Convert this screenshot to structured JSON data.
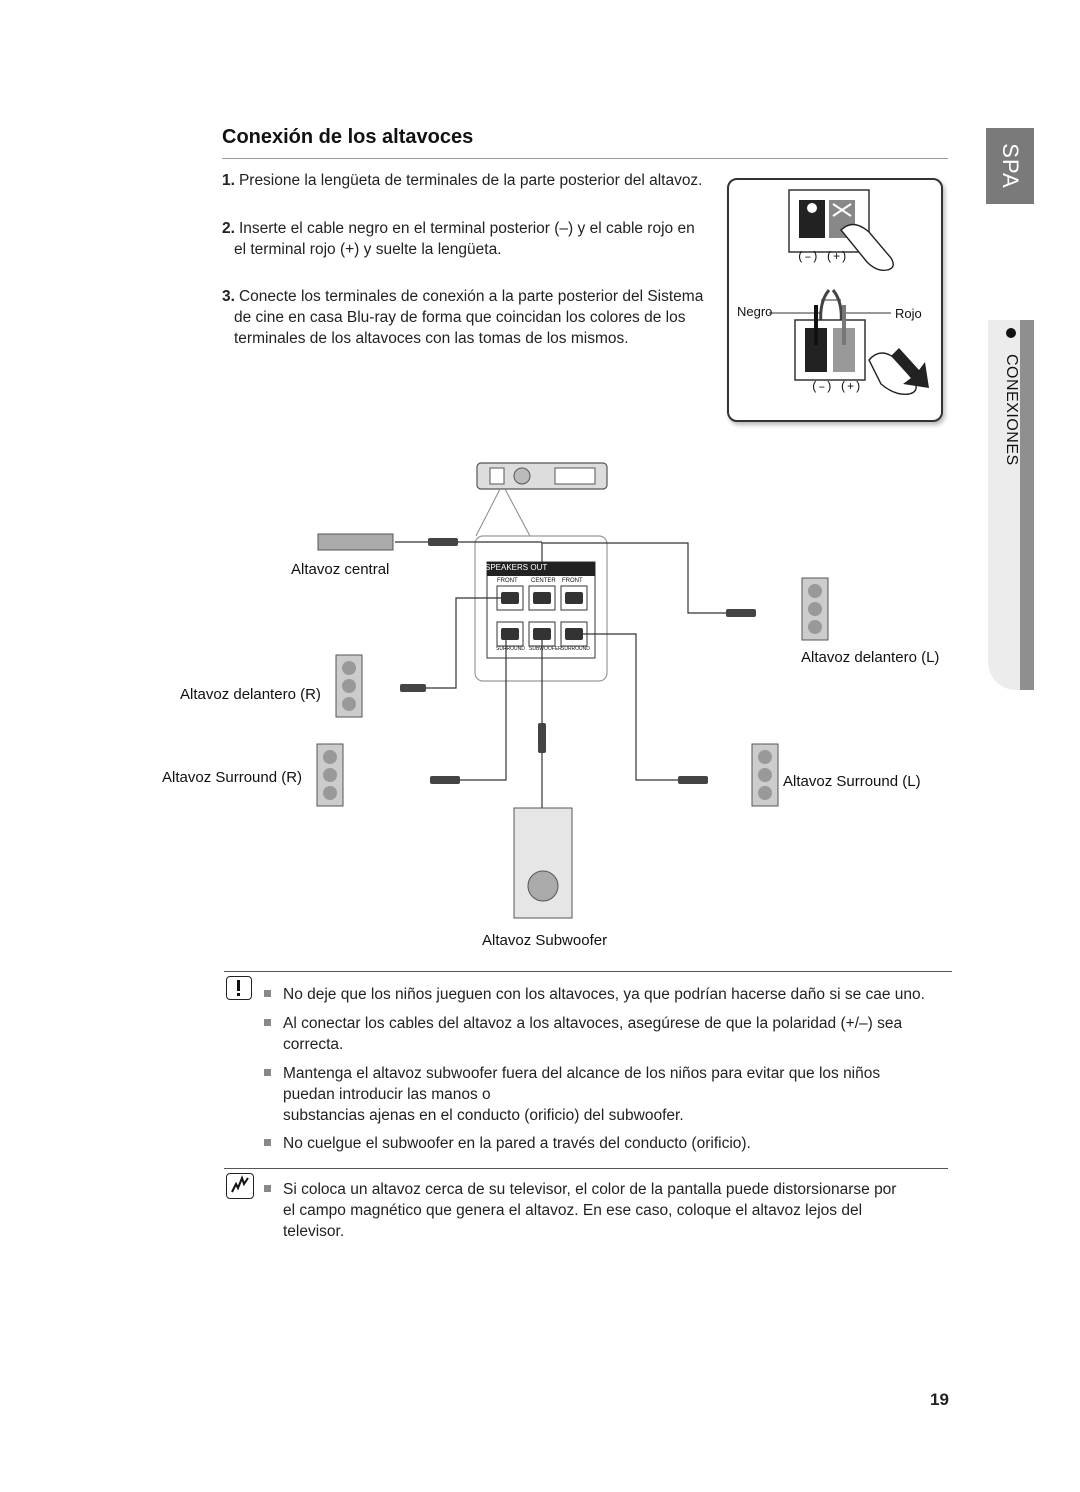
{
  "section_title": "Conexión de los altavoces",
  "side_tabs": {
    "lang": "SPA",
    "chapter": "CONEXIONES"
  },
  "steps": [
    {
      "num": "1.",
      "text": "Presione la lengüeta de terminales de la parte posterior del altavoz."
    },
    {
      "num": "2.",
      "line1": "Inserte el cable negro en el terminal posterior (–) y el cable rojo en",
      "line2": "el terminal rojo (+) y suelte la lengüeta."
    },
    {
      "num": "3.",
      "line1": "Conecte los terminales de conexión a la parte posterior del Sistema",
      "line2": "de cine en casa Blu-ray de forma que coincidan los colores de los",
      "line3": "terminales de los altavoces con las tomas de los mismos."
    }
  ],
  "inset": {
    "neg_pos_top": "(–)  (+)",
    "neg_pos_bottom": "(–)  (+)",
    "negro": "Negro",
    "rojo": "Rojo"
  },
  "diagram": {
    "panel_title": "SPEAKERS OUT",
    "front_r": "FRONT",
    "center": "CENTER",
    "front_l": "FRONT",
    "surround_r": "SURROUND",
    "subwoofer": "SUBWOOFER",
    "surround_l": "SURROUND",
    "labels": {
      "center": "Altavoz central",
      "front_r": "Altavoz delantero (R)",
      "front_l": "Altavoz delantero (L)",
      "surround_r": "Altavoz Surround (R)",
      "surround_l": "Altavoz Surround (L)",
      "subwoofer": "Altavoz Subwoofer"
    }
  },
  "cautions": [
    {
      "text": "No deje que los niños jueguen con los altavoces, ya que podrían hacerse daño si se cae uno."
    },
    {
      "line1": "Al conectar los cables del altavoz a los altavoces, asegúrese de que la polaridad (+/–) sea",
      "line2": "correcta."
    },
    {
      "line1": "Mantenga el altavoz subwoofer fuera del alcance de los niños para evitar que los niños",
      "line2": "puedan introducir las manos o",
      "line3": "substancias ajenas en el conducto (orificio) del subwoofer."
    },
    {
      "text": "No cuelgue el subwoofer en la pared a través del conducto (orificio)."
    }
  ],
  "notes": [
    {
      "line1": "Si coloca un altavoz cerca de su televisor, el color de la pantalla puede distorsionarse por",
      "line2": "el campo magnético que genera el altavoz. En ese caso, coloque el altavoz lejos del",
      "line3": "televisor."
    }
  ],
  "page_number": "19"
}
